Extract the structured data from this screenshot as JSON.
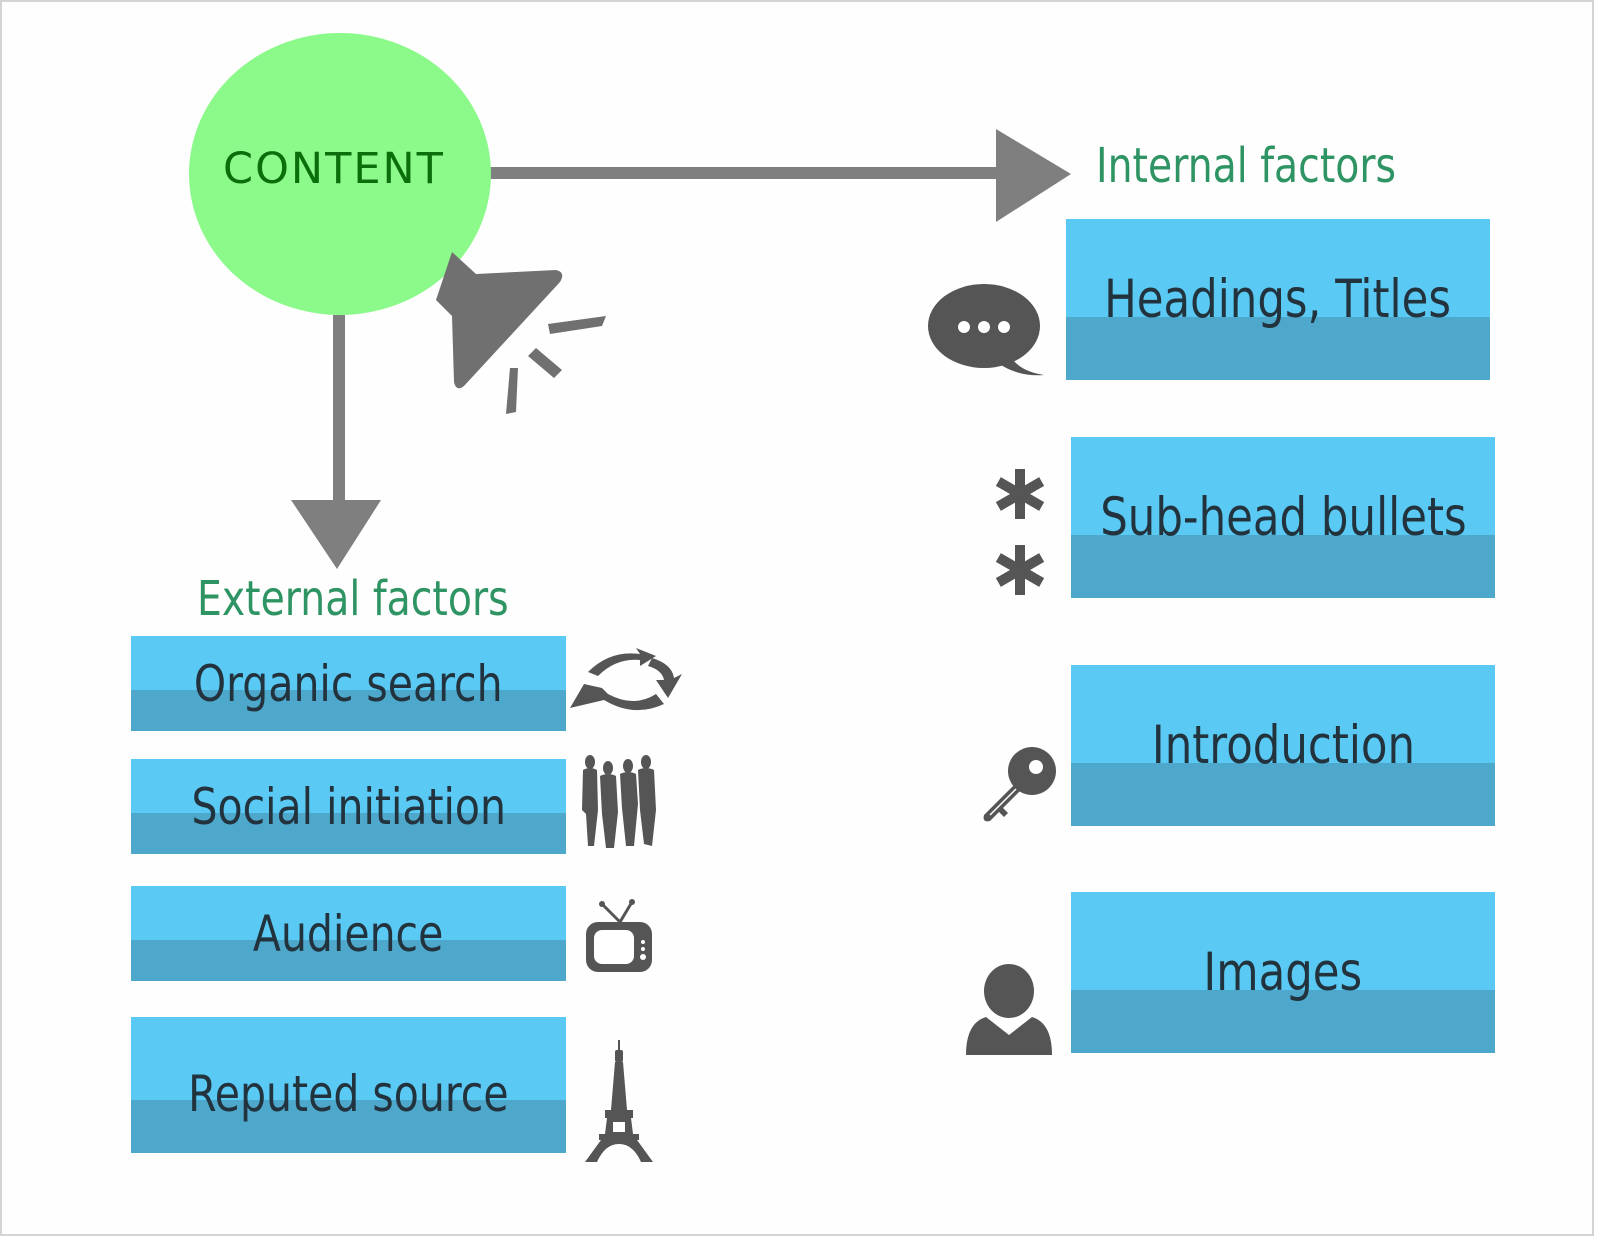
{
  "hub": {
    "label": "CONTENT"
  },
  "internal": {
    "title": "Internal factors",
    "items": [
      {
        "label": "Headings, Titles",
        "icon": "speech-bubble-icon"
      },
      {
        "label": "Sub-head bullets",
        "icon": "asterisk-icon"
      },
      {
        "label": "Introduction",
        "icon": "key-icon"
      },
      {
        "label": "Images",
        "icon": "person-icon"
      }
    ]
  },
  "external": {
    "title": "External factors",
    "items": [
      {
        "label": "Organic search",
        "icon": "cycle-arrows-icon"
      },
      {
        "label": "Social initiation",
        "icon": "people-group-icon"
      },
      {
        "label": "Audience",
        "icon": "tv-icon"
      },
      {
        "label": "Reputed source",
        "icon": "eiffel-tower-icon"
      }
    ]
  },
  "colors": {
    "hub_fill": "#8cfa8a",
    "hub_text": "#0a6e0a",
    "title_text": "#2e9463",
    "box_light": "#5ac9f3",
    "box_dark": "#4ea8cc",
    "box_text": "#23333d",
    "arrow": "#7f7f7f",
    "icon": "#555555"
  }
}
